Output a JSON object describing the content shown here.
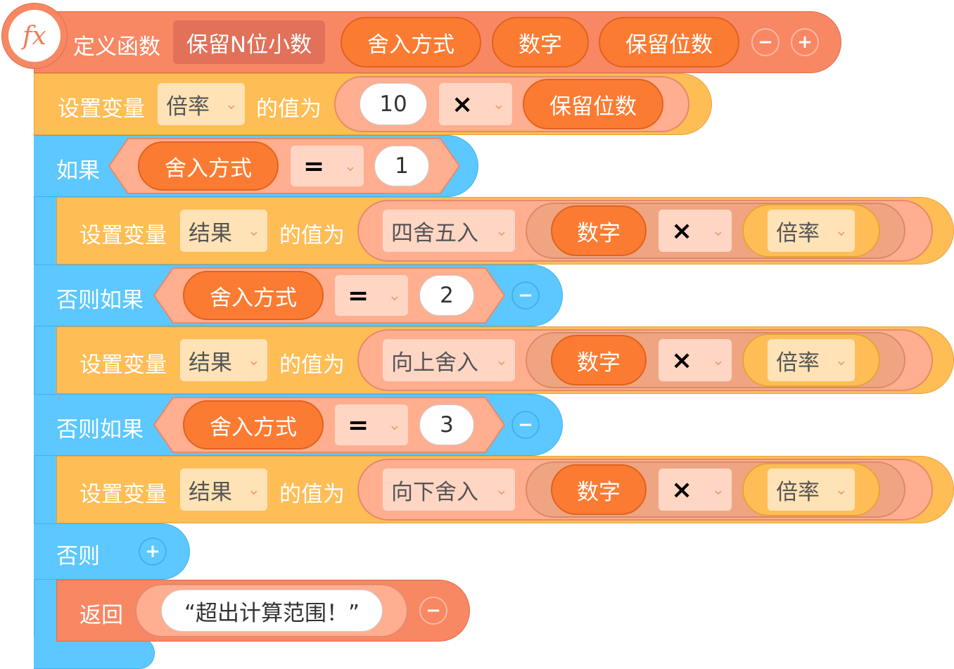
{
  "colors": {
    "function_block": "#f88764",
    "variable_block": "#ffbd55",
    "control_block": "#5cc8ff",
    "reporter_orange": "#fc7b32",
    "salmon_slot": "#ffae8f"
  },
  "icons": {
    "function": "fx-icon",
    "remove": "minus-icon",
    "add": "plus-icon",
    "dropdown": "chevron-down-icon"
  },
  "define": {
    "icon": "fx",
    "label": "定义函数",
    "name": "保留N位小数",
    "params": [
      "舍入方式",
      "数字",
      "保留位数"
    ],
    "remove": "−",
    "add": "+"
  },
  "set_multiplier": {
    "label": "设置变量",
    "variable": "倍率",
    "value_label": "的值为",
    "left": "10",
    "operator": "×",
    "right": "保留位数"
  },
  "if_block": {
    "if_label": "如果",
    "else_if_label": "否则如果",
    "else_label": "否则",
    "conditions": [
      {
        "param": "舍入方式",
        "operator": "=",
        "value": "1"
      },
      {
        "param": "舍入方式",
        "operator": "=",
        "value": "2"
      },
      {
        "param": "舍入方式",
        "operator": "=",
        "value": "3"
      }
    ],
    "branches": [
      {
        "label": "设置变量",
        "variable": "结果",
        "value_label": "的值为",
        "function": "四舍五入",
        "param": "数字",
        "operator": "×",
        "var2": "倍率"
      },
      {
        "label": "设置变量",
        "variable": "结果",
        "value_label": "的值为",
        "function": "向上舍入",
        "param": "数字",
        "operator": "×",
        "var2": "倍率"
      },
      {
        "label": "设置变量",
        "variable": "结果",
        "value_label": "的值为",
        "function": "向下舍入",
        "param": "数字",
        "operator": "×",
        "var2": "倍率"
      }
    ],
    "remove": "−",
    "add": "+"
  },
  "return_block": {
    "label": "返回",
    "value": "“超出计算范围！”",
    "remove": "−"
  }
}
